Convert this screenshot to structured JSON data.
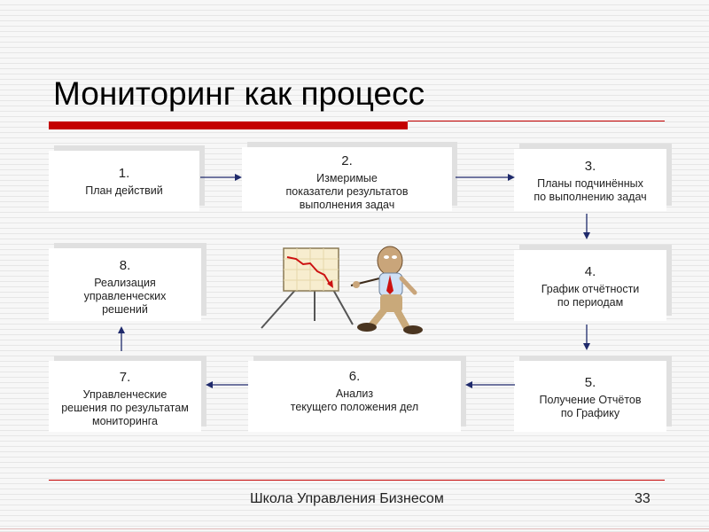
{
  "title": "Мониторинг как процесс",
  "steps": [
    {
      "num": "1.",
      "lines": [
        "План действий"
      ]
    },
    {
      "num": "2.",
      "lines": [
        "Измеримые",
        "показатели результатов",
        "выполнения задач"
      ]
    },
    {
      "num": "3.",
      "lines": [
        "Планы подчинённых",
        "по выполнению задач"
      ]
    },
    {
      "num": "4.",
      "lines": [
        "График отчётности",
        "по периодам"
      ]
    },
    {
      "num": "5.",
      "lines": [
        "Получение Отчётов",
        "по Графику"
      ]
    },
    {
      "num": "6.",
      "lines": [
        "Анализ",
        "текущего положения дел"
      ]
    },
    {
      "num": "7.",
      "lines": [
        "Управленческие",
        "решения по результатам",
        "мониторинга"
      ]
    },
    {
      "num": "8.",
      "lines": [
        "Реализация",
        "управленческих",
        "решений"
      ]
    }
  ],
  "footer": {
    "school": "Школа Управления Бизнесом",
    "page": "33"
  },
  "colors": {
    "accent": "#c40000",
    "arrow": "#1f2a6b"
  }
}
